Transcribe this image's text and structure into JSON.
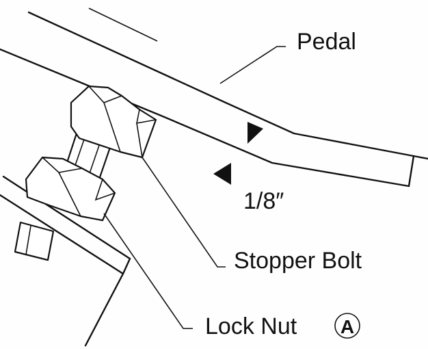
{
  "labels": {
    "pedal": "Pedal",
    "gap": "1/8″",
    "stopper_bolt": "Stopper Bolt",
    "lock_nut": "Lock Nut",
    "lock_nut_marker": "A"
  },
  "colors": {
    "ink": "#111111",
    "paper": "#fefefe"
  }
}
